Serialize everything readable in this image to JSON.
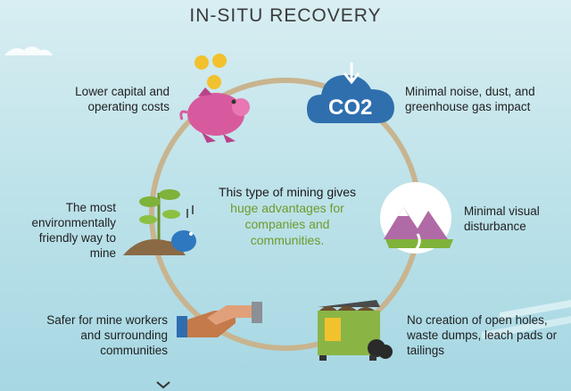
{
  "title": "IN-SITU RECOVERY",
  "center": {
    "part1": "This type of mining",
    "part2": "gives",
    "highlight": "huge advantages for companies and communities."
  },
  "benefits": [
    "Lower capital and operating costs",
    "Minimal noise, dust, and greenhouse gas impact",
    "The most environmentally friendly way to mine",
    "Minimal visual disturbance",
    "Safer for mine workers and surrounding communities",
    "No creation of open holes, waste dumps, leach pads or tailings"
  ],
  "co2_text": "CO2",
  "colors": {
    "ring": "#c8b48f",
    "highlight": "#6f9a2c",
    "cloud": "#2f6fae",
    "pig": "#d85a9e"
  },
  "icons": [
    "piggy-bank-icon",
    "co2-cloud-icon",
    "plant-bird-icon",
    "mountains-icon",
    "handshake-icon",
    "dumpster-icon"
  ]
}
